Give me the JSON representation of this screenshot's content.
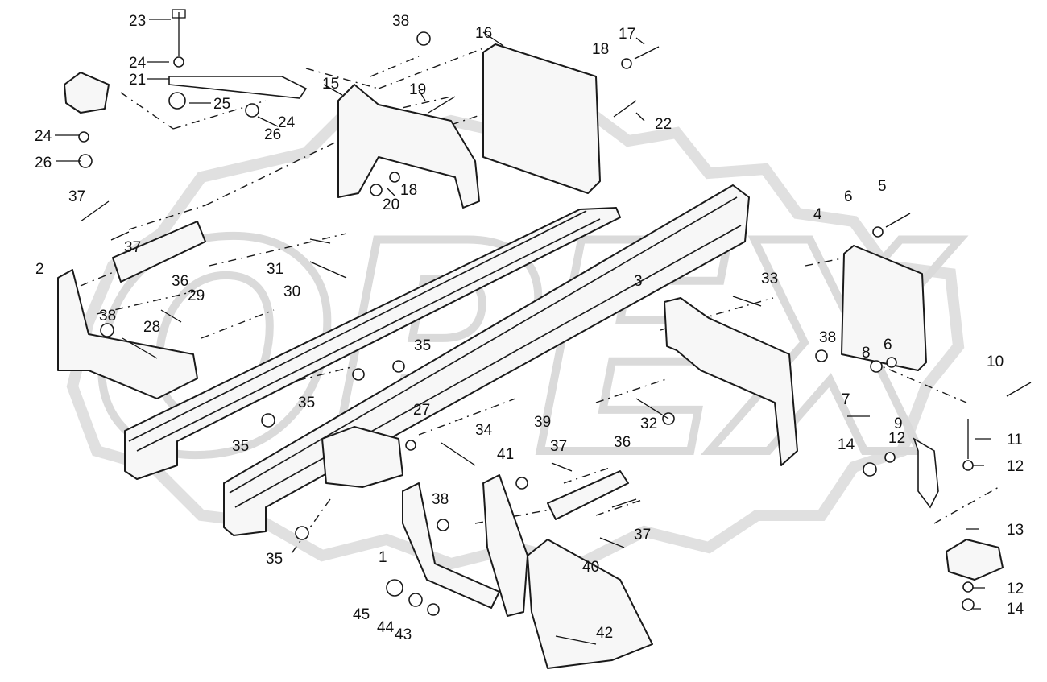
{
  "diagram": {
    "watermark_text": "OPEX",
    "colors": {
      "line": "#1a1a1a",
      "watermark": "#d9d9d9",
      "paper": "#ffffff"
    },
    "labels": {
      "l1": "1",
      "l2": "2",
      "l3": "3",
      "l4": "4",
      "l5": "5",
      "l6a": "6",
      "l6b": "6",
      "l7": "7",
      "l8": "8",
      "l9": "9",
      "l10": "10",
      "l11": "11",
      "l12a": "12",
      "l12b": "12",
      "l12c": "12",
      "l13": "13",
      "l14a": "14",
      "l14b": "14",
      "l15": "15",
      "l16": "16",
      "l17": "17",
      "l18a": "18",
      "l18b": "18",
      "l19": "19",
      "l20": "20",
      "l21": "21",
      "l22": "22",
      "l23": "23",
      "l24a": "24",
      "l24b": "24",
      "l24c": "24",
      "l25": "25",
      "l26a": "26",
      "l26b": "26",
      "l27": "27",
      "l28": "28",
      "l29": "29",
      "l30": "30",
      "l31": "31",
      "l32": "32",
      "l33": "33",
      "l34": "34",
      "l35a": "35",
      "l35b": "35",
      "l35c": "35",
      "l35d": "35",
      "l36a": "36",
      "l36b": "36",
      "l37a": "37",
      "l37b": "37",
      "l37c": "37",
      "l37d": "37",
      "l38a": "38",
      "l38b": "38",
      "l38c": "38",
      "l38d": "38",
      "l39": "39",
      "l40": "40",
      "l41": "41",
      "l42": "42",
      "l43": "43",
      "l44": "44",
      "l45": "45"
    }
  }
}
